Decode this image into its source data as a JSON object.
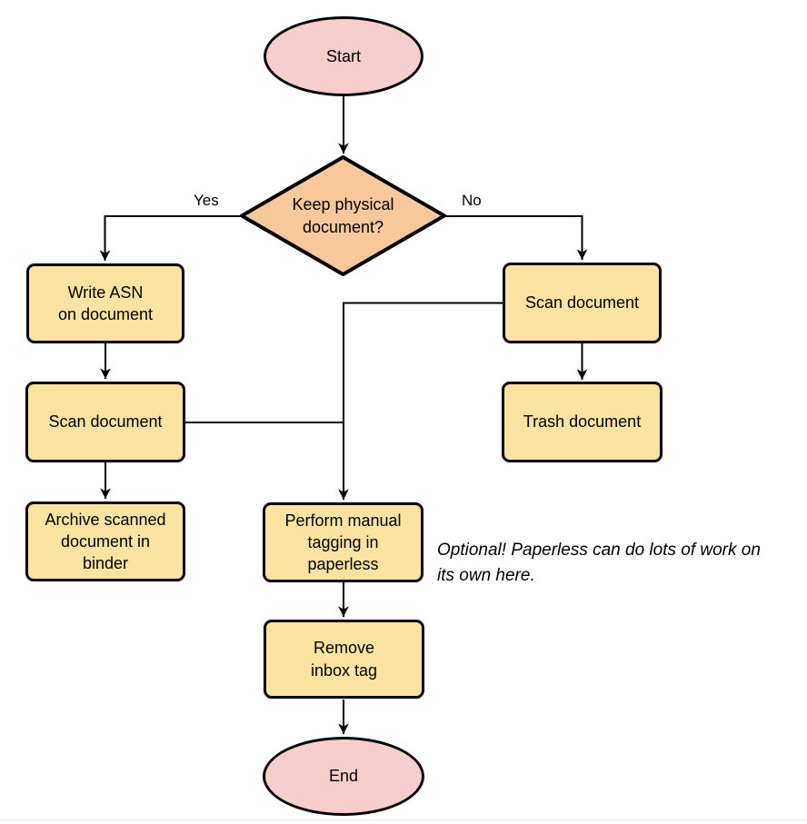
{
  "colors": {
    "node_fill": "#FCE3A1",
    "terminal_fill": "#F8CECC",
    "decision_fill": "#F8C79A",
    "line": "#000000"
  },
  "nodes": {
    "start": "Start",
    "decision": "Keep physical\ndocument?",
    "write_asn": "Write ASN\non document",
    "scan_left": "Scan document",
    "archive": "Archive scanned\ndocument in\nbinder",
    "scan_right": "Scan document",
    "trash": "Trash document",
    "tagging": "Perform manual\ntagging in\npaperless",
    "remove_inbox": "Remove\ninbox tag",
    "end": "End"
  },
  "edge_labels": {
    "yes": "Yes",
    "no": "No"
  },
  "annotation": "Optional! Paperless can do lots of work on\nits own here."
}
